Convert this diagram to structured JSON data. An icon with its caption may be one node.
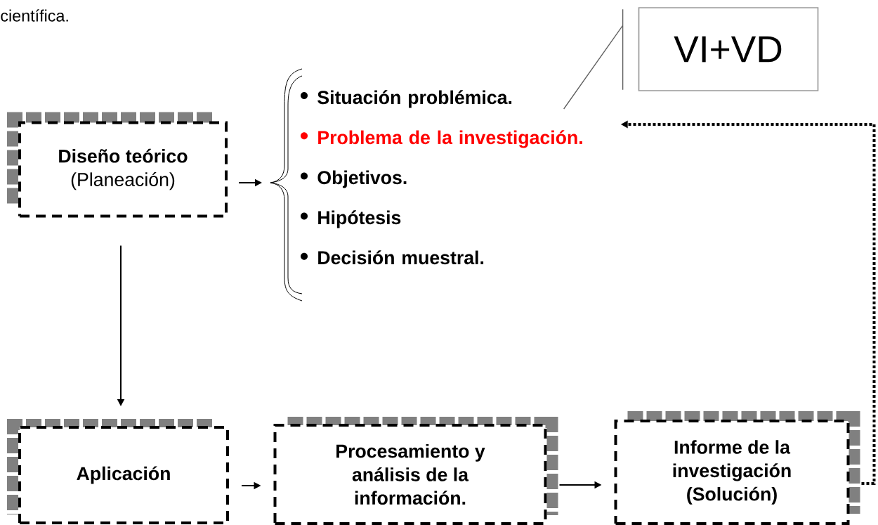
{
  "diagram": {
    "nodes": [
      {
        "text": [
          "Diseño teórico",
          "(Planeación)"
        ]
      },
      {
        "text": [
          "Situación problémica.",
          "Problema de la investigación.",
          "Objetivos.",
          "Hipótesis",
          "Decisión muestral."
        ]
      },
      {
        "text": [
          "VI+VD"
        ]
      },
      {
        "text": [
          "Aplicación"
        ]
      },
      {
        "text": [
          "Procesamiento y análisis de la información."
        ]
      },
      {
        "text": [
          "Informe de la investigación",
          "(Solución)"
        ]
      }
    ],
    "edges": [
      {
        "from": 0,
        "to": 1,
        "arrow": "to"
      },
      {
        "from": 2,
        "to": 1,
        "arrow": "none",
        "color": "#606060"
      },
      {
        "from": 0,
        "to": 3,
        "arrow": "to"
      },
      {
        "from": 3,
        "to": 4,
        "arrow": "to"
      },
      {
        "from": 4,
        "to": 5,
        "arrow": "to"
      },
      {
        "from": 5,
        "to": 1,
        "arrow": "to",
        "style": "dashed"
      }
    ],
    "labels": [
      "científica."
    ]
  }
}
